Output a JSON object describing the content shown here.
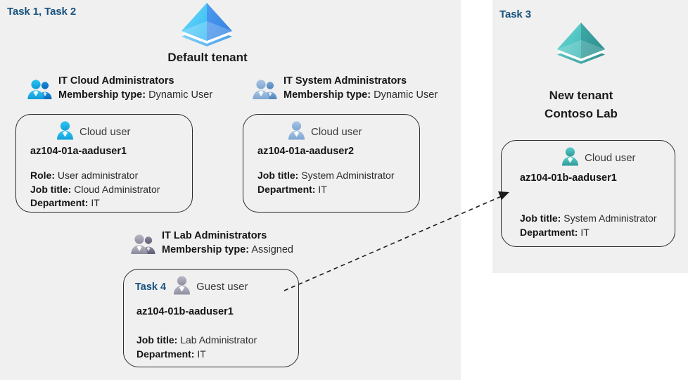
{
  "colors": {
    "panel_bg": "#f0f0f0",
    "page_bg": "#ffffff",
    "task_label": "#17527f",
    "card_border": "#2a2a2a",
    "tenant_default_primary": "#37a9f0",
    "tenant_default_secondary": "#3e8ee8",
    "tenant_new_primary": "#4cc3c3",
    "tenant_new_secondary": "#2e9a9a",
    "group_icon_cloud": "#18b4e9",
    "group_icon_system": "#8fb4dc",
    "group_icon_lab": "#8b8ba3",
    "text_primary": "#141414",
    "text_secondary": "#2b2b2b"
  },
  "left_panel": {
    "task_label": "Task 1, Task 2",
    "tenant": {
      "title": "Default tenant",
      "icon": "azure-ad-tenant-pyramid-icon"
    },
    "groups": [
      {
        "id": "it-cloud-administrators",
        "icon": "group-users-icon",
        "name": "IT Cloud Administrators",
        "meta_label": "Membership type:",
        "meta_value": "Dynamic User",
        "card": {
          "task_tag": "",
          "user_icon": "cloud-user-icon",
          "user_type": "Cloud user",
          "username": "az104-01a-aaduser1",
          "attrs": [
            {
              "label": "Role:",
              "value": "User administrator"
            },
            {
              "label": "Job title:",
              "value": "Cloud Administrator"
            },
            {
              "label": "Department:",
              "value": "IT"
            }
          ]
        }
      },
      {
        "id": "it-system-administrators",
        "icon": "group-users-icon",
        "name": "IT System Administrators",
        "meta_label": "Membership type:",
        "meta_value": "Dynamic User",
        "card": {
          "task_tag": "",
          "user_icon": "cloud-user-icon",
          "user_type": "Cloud user",
          "username": "az104-01a-aaduser2",
          "attrs": [
            {
              "label": "Job title:",
              "value": "System Administrator"
            },
            {
              "label": "Department:",
              "value": "IT"
            }
          ]
        }
      },
      {
        "id": "it-lab-administrators",
        "icon": "group-users-icon",
        "name": "IT Lab Administrators",
        "meta_label": "Membership type:",
        "meta_value": "Assigned",
        "card": {
          "task_tag": "Task 4",
          "user_icon": "guest-user-icon",
          "user_type": "Guest user",
          "username": "az104-01b-aaduser1",
          "attrs": [
            {
              "label": "Job title:",
              "value": "Lab Administrator"
            },
            {
              "label": "Department:",
              "value": "IT"
            }
          ]
        }
      }
    ]
  },
  "right_panel": {
    "task_label": "Task 3",
    "tenant": {
      "title_line1": "New  tenant",
      "title_line2": "Contoso Lab",
      "icon": "azure-ad-tenant-pyramid-icon"
    },
    "card": {
      "user_icon": "cloud-user-icon",
      "user_type": "Cloud user",
      "username": "az104-01b-aaduser1",
      "attrs": [
        {
          "label": "Job title:",
          "value": "System Administrator"
        },
        {
          "label": "Department:",
          "value": "IT"
        }
      ]
    }
  },
  "connector": {
    "name": "guest-invite-arrow",
    "style": "dashed",
    "from": "it-lab-administrators-card",
    "to": "new-tenant-user-card"
  }
}
